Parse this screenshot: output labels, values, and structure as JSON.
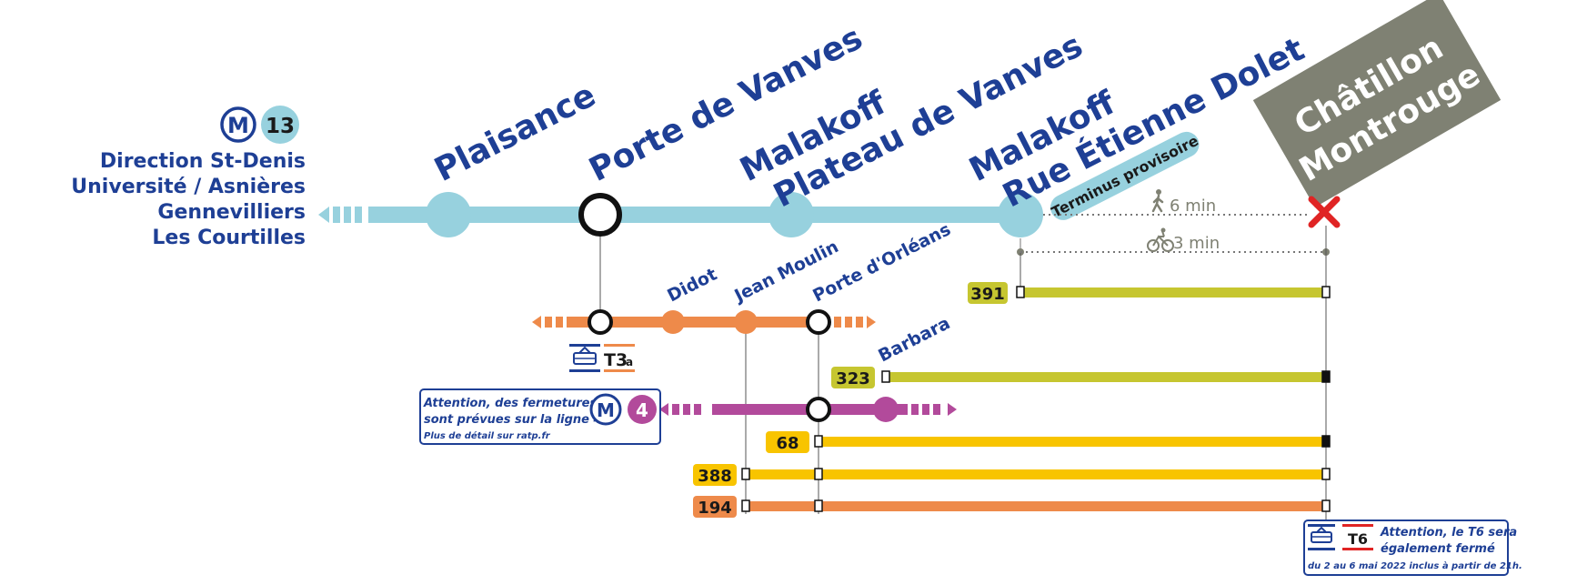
{
  "line": {
    "mode_letter": "M",
    "number": "13",
    "direction": [
      "Direction St-Denis",
      "Université / Asnières",
      "Gennevilliers",
      "Les Courtilles"
    ],
    "color": "#97d1de"
  },
  "stations": [
    {
      "name_lines": [
        "Plaisance"
      ]
    },
    {
      "name_lines": [
        "Porte de Vanves"
      ]
    },
    {
      "name_lines": [
        "Malakoff",
        "Plateau de Vanves"
      ]
    },
    {
      "name_lines": [
        "Malakoff",
        "Rue Étienne Dolet"
      ],
      "badge": "Terminus provisoire"
    },
    {
      "name_lines": [
        "Châtillon",
        "Montrouge"
      ],
      "closed": true
    }
  ],
  "transfers": {
    "walk_time": "6 min",
    "bike_time": "3 min"
  },
  "tram": {
    "name": "T3",
    "suffix": "a",
    "color": "#ee8a4a",
    "stops": [
      "Didot",
      "Jean Moulin",
      "Porte d'Orléans"
    ]
  },
  "metro4": {
    "number": "4",
    "color": "#b24a9b",
    "stops": [
      "Barbara"
    ]
  },
  "buses": [
    {
      "number": "391",
      "color": "#c6c630"
    },
    {
      "number": "323",
      "color": "#c6c630"
    },
    {
      "number": "68",
      "color": "#f8c400"
    },
    {
      "number": "388",
      "color": "#f8c400"
    },
    {
      "number": "194",
      "color": "#ee8a4a"
    }
  ],
  "notice_m4": {
    "line1": "Attention, des fermetures",
    "line2": "sont prévues sur la ligne 4",
    "line3": "Plus de détail sur ratp.fr"
  },
  "notice_t6": {
    "tram": "T6",
    "line1": "Attention, le T6 sera",
    "line2": "également fermé",
    "line3": "du 2 au 6 mai 2022 inclus à partir de 21h."
  },
  "colors": {
    "text_blue": "#1e3f95",
    "closed_grey": "#7f8173",
    "closed_cross": "#e02424"
  }
}
